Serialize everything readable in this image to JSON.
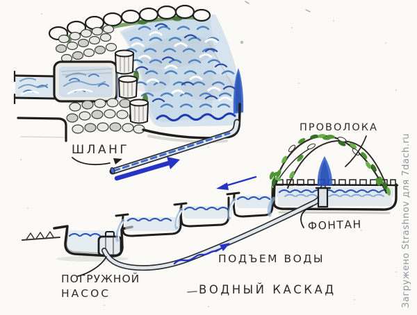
{
  "labels": {
    "hose": "ШЛАНГ",
    "wire": "ПРОВОЛОКА",
    "fountain": "ФОНТАН",
    "water_rise": "ПОДЪЕМ ВОДЫ",
    "pump_line1": "ПОГРУЖНОЙ",
    "pump_line2": "НАСОС",
    "title": "ВОДНЫЙ КАСКАД"
  },
  "watermark": "Загружено Strashnov для 7dach.ru",
  "colors": {
    "paper": "#fbfaf6",
    "ink": "#1f1f1f",
    "pond_wash": "#d7e3ee",
    "wave_mid": "#4c82bf",
    "wave_navy": "#2a4aa6",
    "deep_wave": "#1d3ab2",
    "water_blue": "#2e55b8",
    "jet_blue": "#2b58c8",
    "arrow_blue": "#2633c4",
    "leaf_green": "#4e9433",
    "wire_dark": "#2a2a26",
    "watermark_gray": "#8f959c"
  }
}
